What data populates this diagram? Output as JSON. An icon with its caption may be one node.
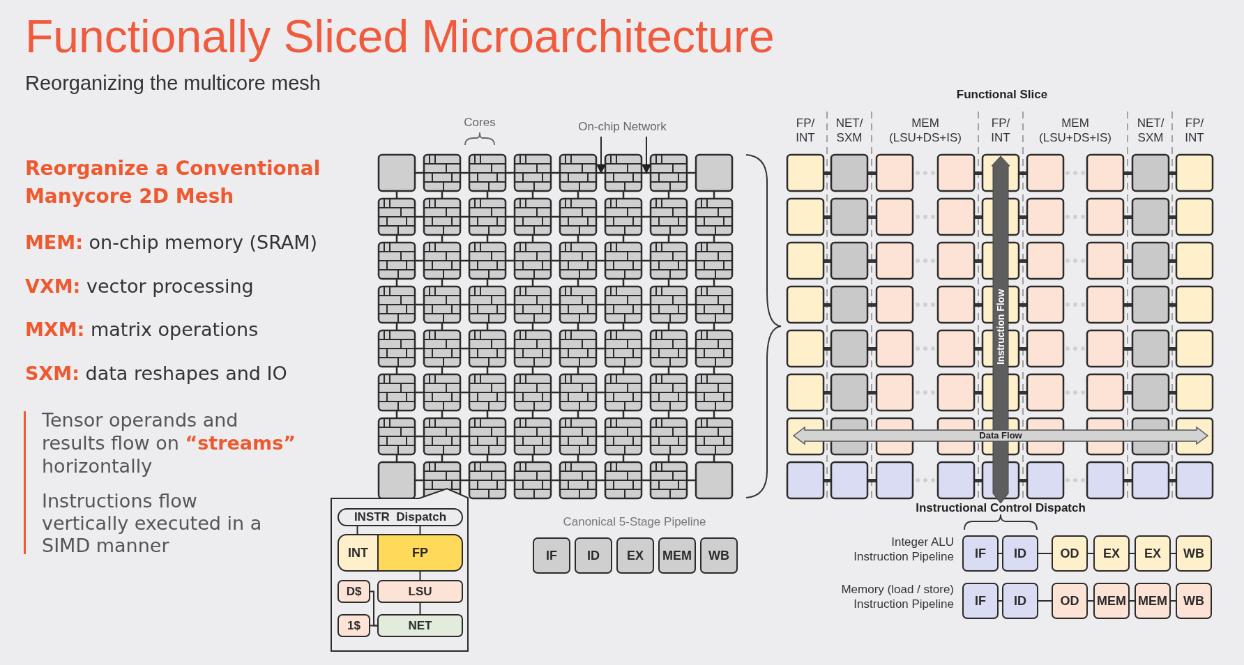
{
  "diagram": {
    "title": "Functionally Sliced Microarchitecture",
    "nodes": [
      {
        "text": [
          "On-chip Network"
        ]
      },
      {
        "text": [],
        "shape": "box"
      },
      {
        "text": [],
        "shape": "box"
      },
      {
        "text": [
          "INSTR  Dispatch"
        ],
        "in": 2
      },
      {
        "text": [
          "INT"
        ],
        "in": 2
      },
      {
        "text": [
          "FP"
        ],
        "in": 2
      },
      {
        "text": [
          "D$"
        ],
        "in": 2
      },
      {
        "text": [
          "LSU"
        ],
        "in": 2
      },
      {
        "text": [
          "1$"
        ],
        "in": 2
      },
      {
        "text": [
          "NET"
        ],
        "in": 2
      },
      {
        "text": [
          "IF"
        ]
      },
      {
        "text": [
          "ID"
        ]
      },
      {
        "text": [
          "EX"
        ]
      },
      {
        "text": [
          "MEM"
        ]
      },
      {
        "text": [
          "WB"
        ]
      },
      {
        "text": [
          "IF"
        ]
      },
      {
        "text": [
          "ID"
        ]
      },
      {
        "text": [
          "OD"
        ]
      },
      {
        "text": [
          "EX"
        ]
      },
      {
        "text": [
          "EX"
        ]
      },
      {
        "text": [
          "WB"
        ]
      },
      {
        "text": [
          "IF"
        ]
      },
      {
        "text": [
          "ID"
        ]
      },
      {
        "text": [
          "OD"
        ]
      },
      {
        "text": [
          "MEM"
        ]
      },
      {
        "text": [
          "MEM"
        ]
      },
      {
        "text": [
          "WB"
        ]
      }
    ],
    "edges": [
      {
        "from": 0,
        "to": 1,
        "arrow": "to"
      },
      {
        "from": 0,
        "to": 1,
        "arrow": "to"
      },
      {
        "from": 3,
        "to": 4,
        "arrow": "none"
      },
      {
        "from": 3,
        "to": 5,
        "arrow": "none"
      },
      {
        "from": 5,
        "to": 7,
        "arrow": "none"
      },
      {
        "from": 7,
        "to": 9,
        "arrow": "none"
      },
      {
        "from": 6,
        "to": 9,
        "arrow": "none"
      },
      {
        "from": 8,
        "to": 9,
        "arrow": "none"
      },
      {
        "from": 15,
        "to": 16,
        "arrow": "none"
      },
      {
        "from": 16,
        "to": 17,
        "arrow": "none"
      },
      {
        "from": 17,
        "to": 18,
        "arrow": "none"
      },
      {
        "from": 18,
        "to": 19,
        "arrow": "none"
      },
      {
        "from": 19,
        "to": 20,
        "arrow": "none"
      },
      {
        "from": 21,
        "to": 22,
        "arrow": "none"
      },
      {
        "from": 22,
        "to": 23,
        "arrow": "none"
      },
      {
        "from": 23,
        "to": 24,
        "arrow": "none"
      },
      {
        "from": 24,
        "to": 25,
        "arrow": "none"
      },
      {
        "from": 25,
        "to": 26,
        "arrow": "none"
      }
    ],
    "labels": [
      "Reorganizing the multicore mesh",
      "Reorganize a Conventional Manycore 2D Mesh",
      "**MEM:** on-chip memory (SRAM)",
      "**VXM:** vector processing",
      "**MXM:** matrix operations",
      "**SXM:** data reshapes and IO",
      "Tensor operands and results flow on **“streams”** horizontally",
      "Instructions flow vertically executed in a SIMD manner",
      "Cores",
      "Canonical 5-Stage Pipeline",
      "Functional Slice",
      "FP/ INT",
      "NET/ SXM",
      "MEM (LSU+DS+IS)",
      "FP/ INT",
      "MEM (LSU+DS+IS)",
      "NET/ SXM",
      "FP/ INT",
      "Instruction Flow",
      "Data Flow",
      "Instructional Control Dispatch",
      "Integer ALU Instruction Pipeline",
      "Memory (load / store) Instruction Pipeline"
    ]
  }
}
